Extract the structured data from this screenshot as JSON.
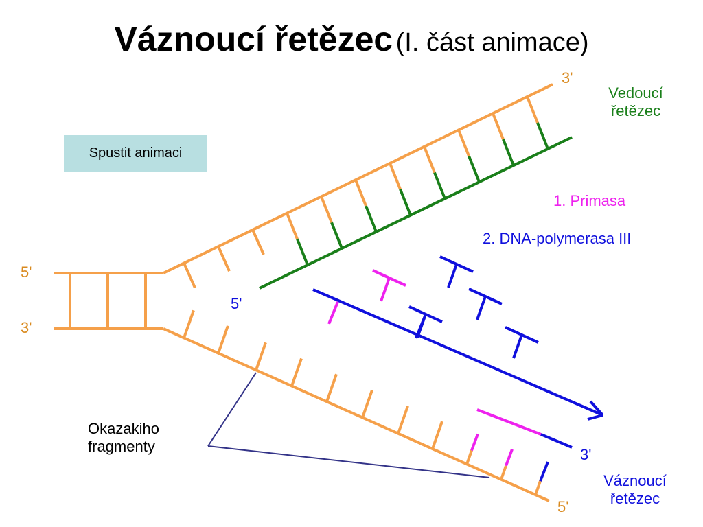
{
  "title": {
    "main": "Váznoucí řetězec",
    "sub": "(I. část animace)"
  },
  "button": {
    "label": "Spustit animaci"
  },
  "labels": {
    "leading_3": "3'",
    "leading_line1": "Vedoucí",
    "leading_line2": "řetězec",
    "primase": "1. Primasa",
    "polymerase": "2. DNA-polymerasa III",
    "left_5": "5'",
    "left_3": "3'",
    "mid_5": "5'",
    "okazaki_line1": "Okazakiho",
    "okazaki_line2": "fragmenty",
    "lagging_3": "3'",
    "lagging_5": "5'",
    "lagging_line1": "Váznoucí",
    "lagging_line2": "řetězec"
  },
  "colors": {
    "template": "#f5a04a",
    "leading": "#1a7f1a",
    "primase": "#ee22ee",
    "polymerase": "#1010dd",
    "okazaki_pointer": "#333388",
    "button_bg": "#b8dfe1",
    "template_label": "#d98a1f",
    "leading_label": "#1a7f1a",
    "primase_label": "#ee22ee",
    "polymerase_label": "#1010dd"
  }
}
